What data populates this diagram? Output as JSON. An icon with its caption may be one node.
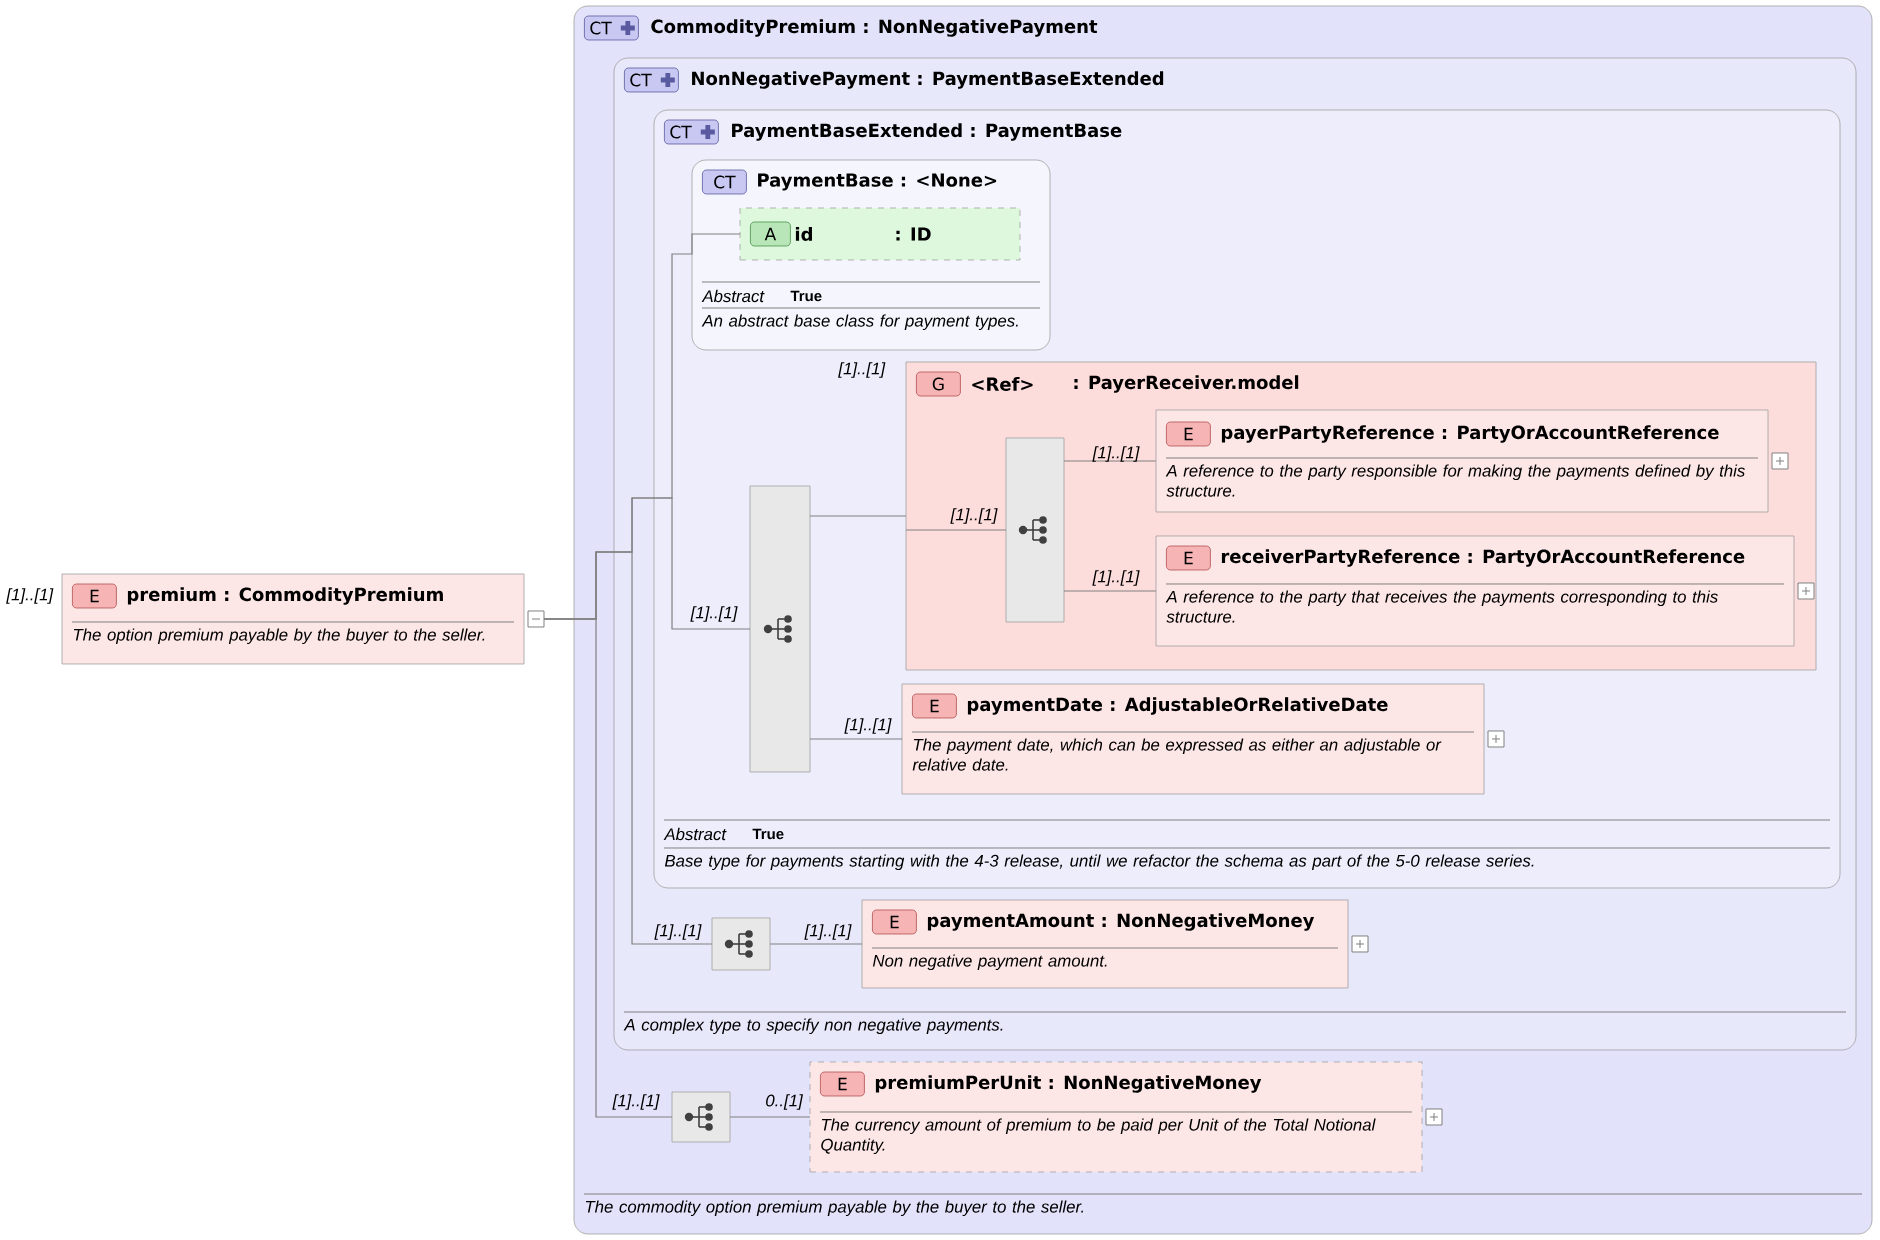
{
  "diagram": {
    "nodes": [
      {
        "text": [
          "E",
          "premium : CommodityPremium",
          "The option premium payable by the buyer to the seller."
        ],
        "beside": [
          "[1]..[1]"
        ]
      },
      {
        "text": [
          "CT",
          "CommodityPremium : NonNegativePayment",
          "The commodity option premium payable by the buyer to the seller."
        ]
      },
      {
        "text": [
          "CT",
          "NonNegativePayment : PaymentBaseExtended",
          "A complex type to specify non negative payments."
        ],
        "in": 1
      },
      {
        "text": [
          "CT",
          "PaymentBaseExtended : PaymentBase",
          "Abstract",
          "True",
          "Base type for payments starting with the 4-3 release, until we refactor the schema as part of the 5-0 release series."
        ],
        "in": 2
      },
      {
        "text": [
          "CT",
          "PaymentBase : <None>",
          "Abstract",
          "True",
          "An abstract base class for payment types."
        ],
        "in": 3
      },
      {
        "text": [
          "A",
          "id",
          ": ID"
        ],
        "in": 4
      },
      {
        "text": [],
        "shape": "box",
        "in": 3
      },
      {
        "text": [
          "G",
          "<Ref>",
          ": PayerReceiver.model"
        ],
        "beside": [
          "[1]..[1]"
        ],
        "in": 3
      },
      {
        "text": [],
        "shape": "box",
        "in": 7
      },
      {
        "text": [
          "E",
          "payerPartyReference : PartyOrAccountReference",
          "A reference to the party responsible for making the payments defined by this structure."
        ],
        "in": 7
      },
      {
        "text": [
          "E",
          "receiverPartyReference : PartyOrAccountReference",
          "A reference to the party that receives the payments corresponding to this structure."
        ],
        "in": 7
      },
      {
        "text": [
          "E",
          "paymentDate : AdjustableOrRelativeDate",
          "The payment date, which can be expressed as either an adjustable or relative date."
        ],
        "in": 3
      },
      {
        "text": [],
        "shape": "box",
        "in": 2
      },
      {
        "text": [
          "E",
          "paymentAmount : NonNegativeMoney",
          "Non negative payment amount."
        ],
        "in": 2
      },
      {
        "text": [],
        "shape": "box",
        "in": 1
      },
      {
        "text": [
          "E",
          "premiumPerUnit : NonNegativeMoney",
          "The currency amount of premium to be paid per Unit of the Total Notional Quantity."
        ],
        "in": 1
      }
    ],
    "edges": [
      {
        "from": 0,
        "to": 5,
        "arrow": "none"
      },
      {
        "from": 0,
        "to": 6,
        "arrow": "none",
        "label": "[1]..[1]"
      },
      {
        "from": 0,
        "to": 12,
        "arrow": "none",
        "label": "[1]..[1]"
      },
      {
        "from": 0,
        "to": 14,
        "arrow": "none",
        "label": "[1]..[1]"
      },
      {
        "from": 6,
        "to": 7,
        "arrow": "none"
      },
      {
        "from": 7,
        "to": 8,
        "arrow": "none",
        "label": "[1]..[1]"
      },
      {
        "from": 8,
        "to": 9,
        "arrow": "none",
        "label": "[1]..[1]"
      },
      {
        "from": 8,
        "to": 10,
        "arrow": "none",
        "label": "[1]..[1]"
      },
      {
        "from": 6,
        "to": 11,
        "arrow": "none",
        "label": "[1]..[1]"
      },
      {
        "from": 12,
        "to": 13,
        "arrow": "none",
        "label": "[1]..[1]"
      },
      {
        "from": 14,
        "to": 15,
        "arrow": "none",
        "label": "0..[1]"
      }
    ]
  }
}
